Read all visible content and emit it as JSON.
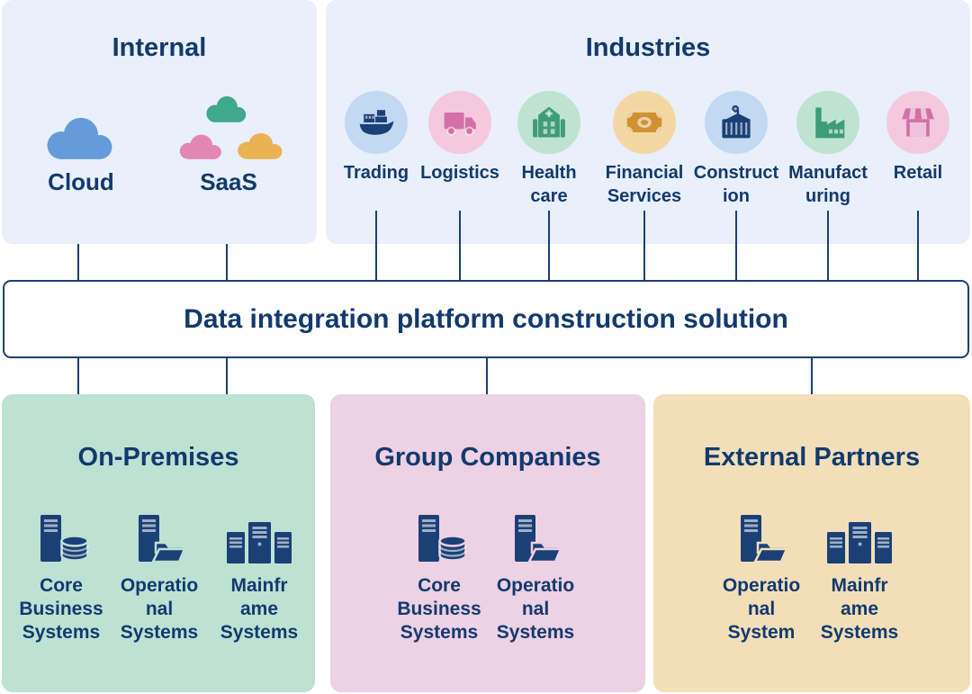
{
  "palette": {
    "background": "#FFFFFF",
    "panel_lavender": "#E9EFFB",
    "navy_text": "#123A6D",
    "connector_navy": "#1B4076",
    "onprem_green": "#BDE2D4",
    "group_pink": "#EDD1E4",
    "external_tan": "#F2DFBA",
    "circle_blue": "#C3D8F2",
    "circle_pink": "#F4C9DE",
    "circle_green": "#BEE3D1",
    "circle_gold": "#F3D8A4",
    "icon_navy": "#1B4076",
    "icon_pink": "#D56FA8",
    "icon_green": "#3F9C7B",
    "icon_gold": "#CF9232",
    "cloud_blue": "#659BDB",
    "cloud_teal": "#3FA98C",
    "cloud_pink": "#E287B3",
    "cloud_orange": "#E9B252"
  },
  "internal": {
    "title": "Internal",
    "cloud": {
      "label": "Cloud",
      "icon": "cloud-icon",
      "color": "#659BDB"
    },
    "saas": {
      "label": "SaaS",
      "icon": "saas-clouds-icon",
      "colors": {
        "teal": "#3FA98C",
        "pink": "#E287B3",
        "orange": "#E9B252"
      }
    }
  },
  "industries": {
    "title": "Industries",
    "items": [
      {
        "label": "Trading",
        "icon": "cargo-ship-icon",
        "circle_color": "#C3D8F2",
        "icon_color": "#1B4076"
      },
      {
        "label": "Logistics",
        "icon": "truck-icon",
        "circle_color": "#F4C9DE",
        "icon_color": "#D56FA8"
      },
      {
        "label": "Health\ncare",
        "icon": "hospital-icon",
        "circle_color": "#BEE3D1",
        "icon_color": "#3F9C7B"
      },
      {
        "label": "Financial\nServices",
        "icon": "banknote-icon",
        "circle_color": "#F3D8A4",
        "icon_color": "#CF9232"
      },
      {
        "label": "Construct\nion",
        "icon": "container-crane-icon",
        "circle_color": "#C3D8F2",
        "icon_color": "#1B4076"
      },
      {
        "label": "Manufact\nuring",
        "icon": "factory-icon",
        "circle_color": "#BEE3D1",
        "icon_color": "#3F9C7B"
      },
      {
        "label": "Retail",
        "icon": "storefront-icon",
        "circle_color": "#F4C9DE",
        "icon_color": "#D56FA8"
      }
    ]
  },
  "platform": {
    "label": "Data integration platform construction solution"
  },
  "groups": [
    {
      "title": "On-Premises",
      "bg": "#BDE2D4",
      "systems": [
        {
          "label": "Core\nBusiness\nSystems",
          "icon": "server-database-icon"
        },
        {
          "label": "Operatio\nnal\nSystems",
          "icon": "server-folder-icon"
        },
        {
          "label": "Mainfr\name\nSystems",
          "icon": "mainframe-icon"
        }
      ]
    },
    {
      "title": "Group Companies",
      "bg": "#EDD1E4",
      "systems": [
        {
          "label": "Core\nBusiness\nSystems",
          "icon": "server-database-icon"
        },
        {
          "label": "Operatio\nnal\nSystems",
          "icon": "server-folder-icon"
        }
      ]
    },
    {
      "title": "External Partners",
      "bg": "#F2DFBA",
      "systems": [
        {
          "label": "Operatio\nnal\nSystem",
          "icon": "server-folder-icon"
        },
        {
          "label": "Mainfr\name\nSystems",
          "icon": "mainframe-icon"
        }
      ]
    }
  ]
}
